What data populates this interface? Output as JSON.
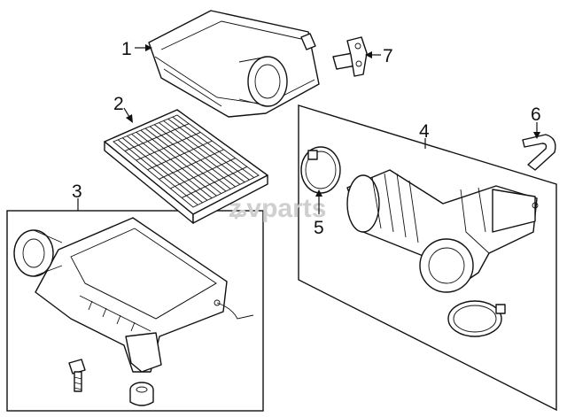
{
  "watermark": {
    "prefix_glyph": "ʑ",
    "text": "vparts"
  },
  "callouts": [
    "1",
    "2",
    "3",
    "4",
    "5",
    "6",
    "7"
  ],
  "parts": [
    {
      "id": "1",
      "icon": "air-cleaner-cap-icon"
    },
    {
      "id": "2",
      "icon": "air-filter-element-icon"
    },
    {
      "id": "3",
      "icon": "air-cleaner-case-icon"
    },
    {
      "id": "4",
      "icon": "intake-hose-icon"
    },
    {
      "id": "5",
      "icon": "hose-clamp-icon"
    },
    {
      "id": "6",
      "icon": "vacuum-hose-icon"
    },
    {
      "id": "7",
      "icon": "sensor-bracket-icon"
    }
  ],
  "colors": {
    "line": "#111111",
    "background": "#ffffff",
    "watermark": "#cfcfcf"
  }
}
